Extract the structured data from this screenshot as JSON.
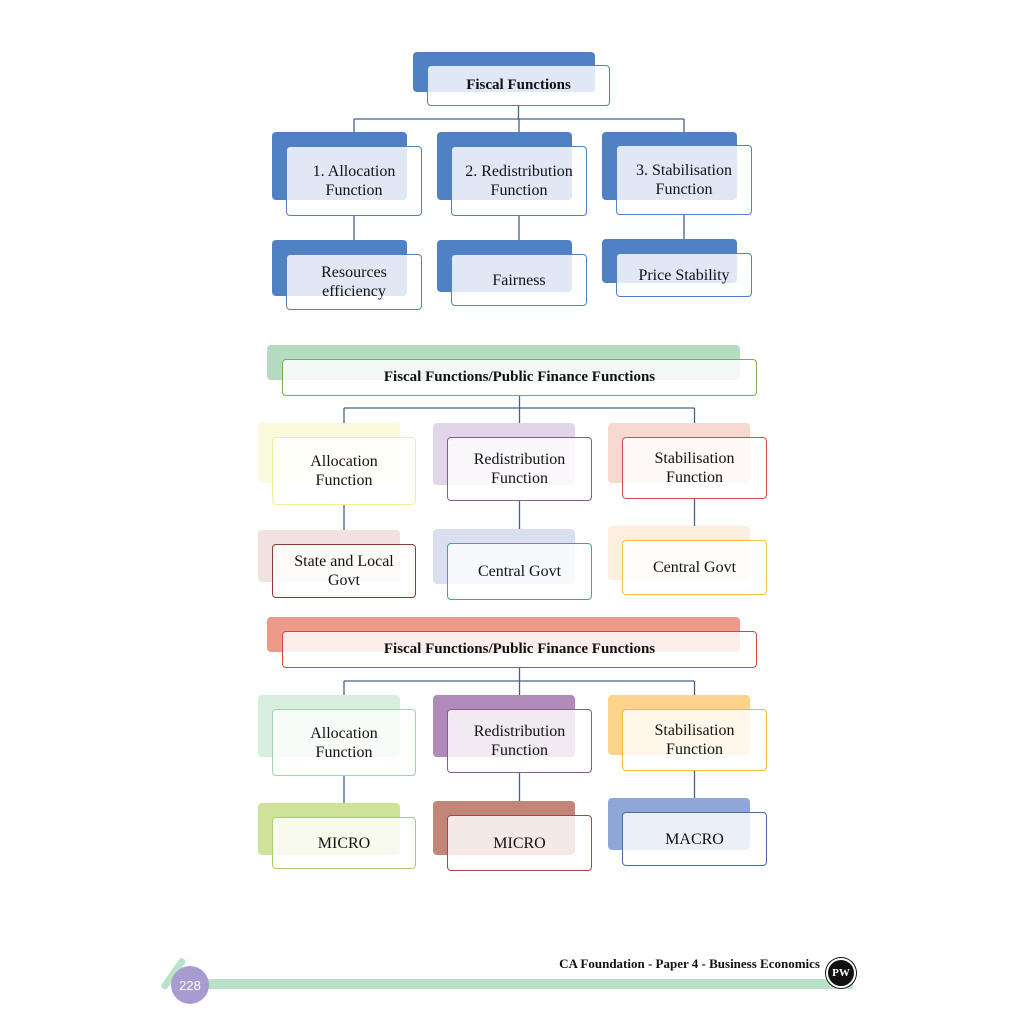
{
  "diagrams": [
    {
      "root": {
        "label": "Fiscal Functions",
        "shadow": "#4f81c4",
        "border": "#4f81c4"
      },
      "functions": [
        {
          "label": "1. Allocation\nFunction",
          "shadow": "#4f81c4",
          "border": "#4f81c4"
        },
        {
          "label": "2. Redistribution\nFunction",
          "shadow": "#4f81c4",
          "border": "#4f81c4"
        },
        {
          "label": "3. Stabilisation\nFunction",
          "shadow": "#4f81c4",
          "border": "#4f81c4"
        }
      ],
      "leaves": [
        {
          "label": "Resources\nefficiency",
          "shadow": "#4f81c4",
          "border": "#4f81c4"
        },
        {
          "label": "Fairness",
          "shadow": "#4f81c4",
          "border": "#4f81c4"
        },
        {
          "label": "Price Stability",
          "shadow": "#4f81c4",
          "border": "#4f81c4"
        }
      ]
    },
    {
      "root": {
        "label": "Fiscal Functions/Public Finance Functions",
        "shadow": "#b5dcc0",
        "border": "#7cac52"
      },
      "functions": [
        {
          "label": "Allocation\nFunction",
          "shadow": "#fbf9dc",
          "border": "#f3ee9a"
        },
        {
          "label": "Redistribution\nFunction",
          "shadow": "#e1d6e8",
          "border": "#8a5a92"
        },
        {
          "label": "Stabilisation\nFunction",
          "shadow": "#f8d9d2",
          "border": "#c9524a"
        }
      ],
      "leaves": [
        {
          "label": "State and Local\nGovt",
          "shadow": "#f1e1e1",
          "border": "#8c3a34"
        },
        {
          "label": "Central Govt",
          "shadow": "#d9dff0",
          "border": "#2ba5c8"
        },
        {
          "label": "Central Govt",
          "shadow": "#fdeedd",
          "border": "#f2c04c"
        }
      ]
    },
    {
      "root": {
        "label": "Fiscal Functions/Public Finance Functions",
        "shadow": "#ed9a8a",
        "border": "#d2483d"
      },
      "functions": [
        {
          "label": "Allocation\nFunction",
          "shadow": "#d9efdd",
          "border": "#9fd3ad"
        },
        {
          "label": "Redistribution\nFunction",
          "shadow": "#b08ab8",
          "border": "#8a5a92"
        },
        {
          "label": "Stabilisation\nFunction",
          "shadow": "#fbd38a",
          "border": "#f2b93a"
        }
      ],
      "leaves": [
        {
          "label": "MICRO",
          "shadow": "#cfe29a",
          "border": "#a9cf6e"
        },
        {
          "label": "MICRO",
          "shadow": "#c2857a",
          "border": "#a24a40"
        },
        {
          "label": "MACRO",
          "shadow": "#8fa7d6",
          "border": "#4a6aa8"
        }
      ]
    }
  ],
  "footer": {
    "title": "CA Foundation - Paper 4 - Business Economics",
    "page_number": "228",
    "logo_text": "PW",
    "bar_color": "#b9e2c8",
    "badge_color": "#a89bd0"
  }
}
